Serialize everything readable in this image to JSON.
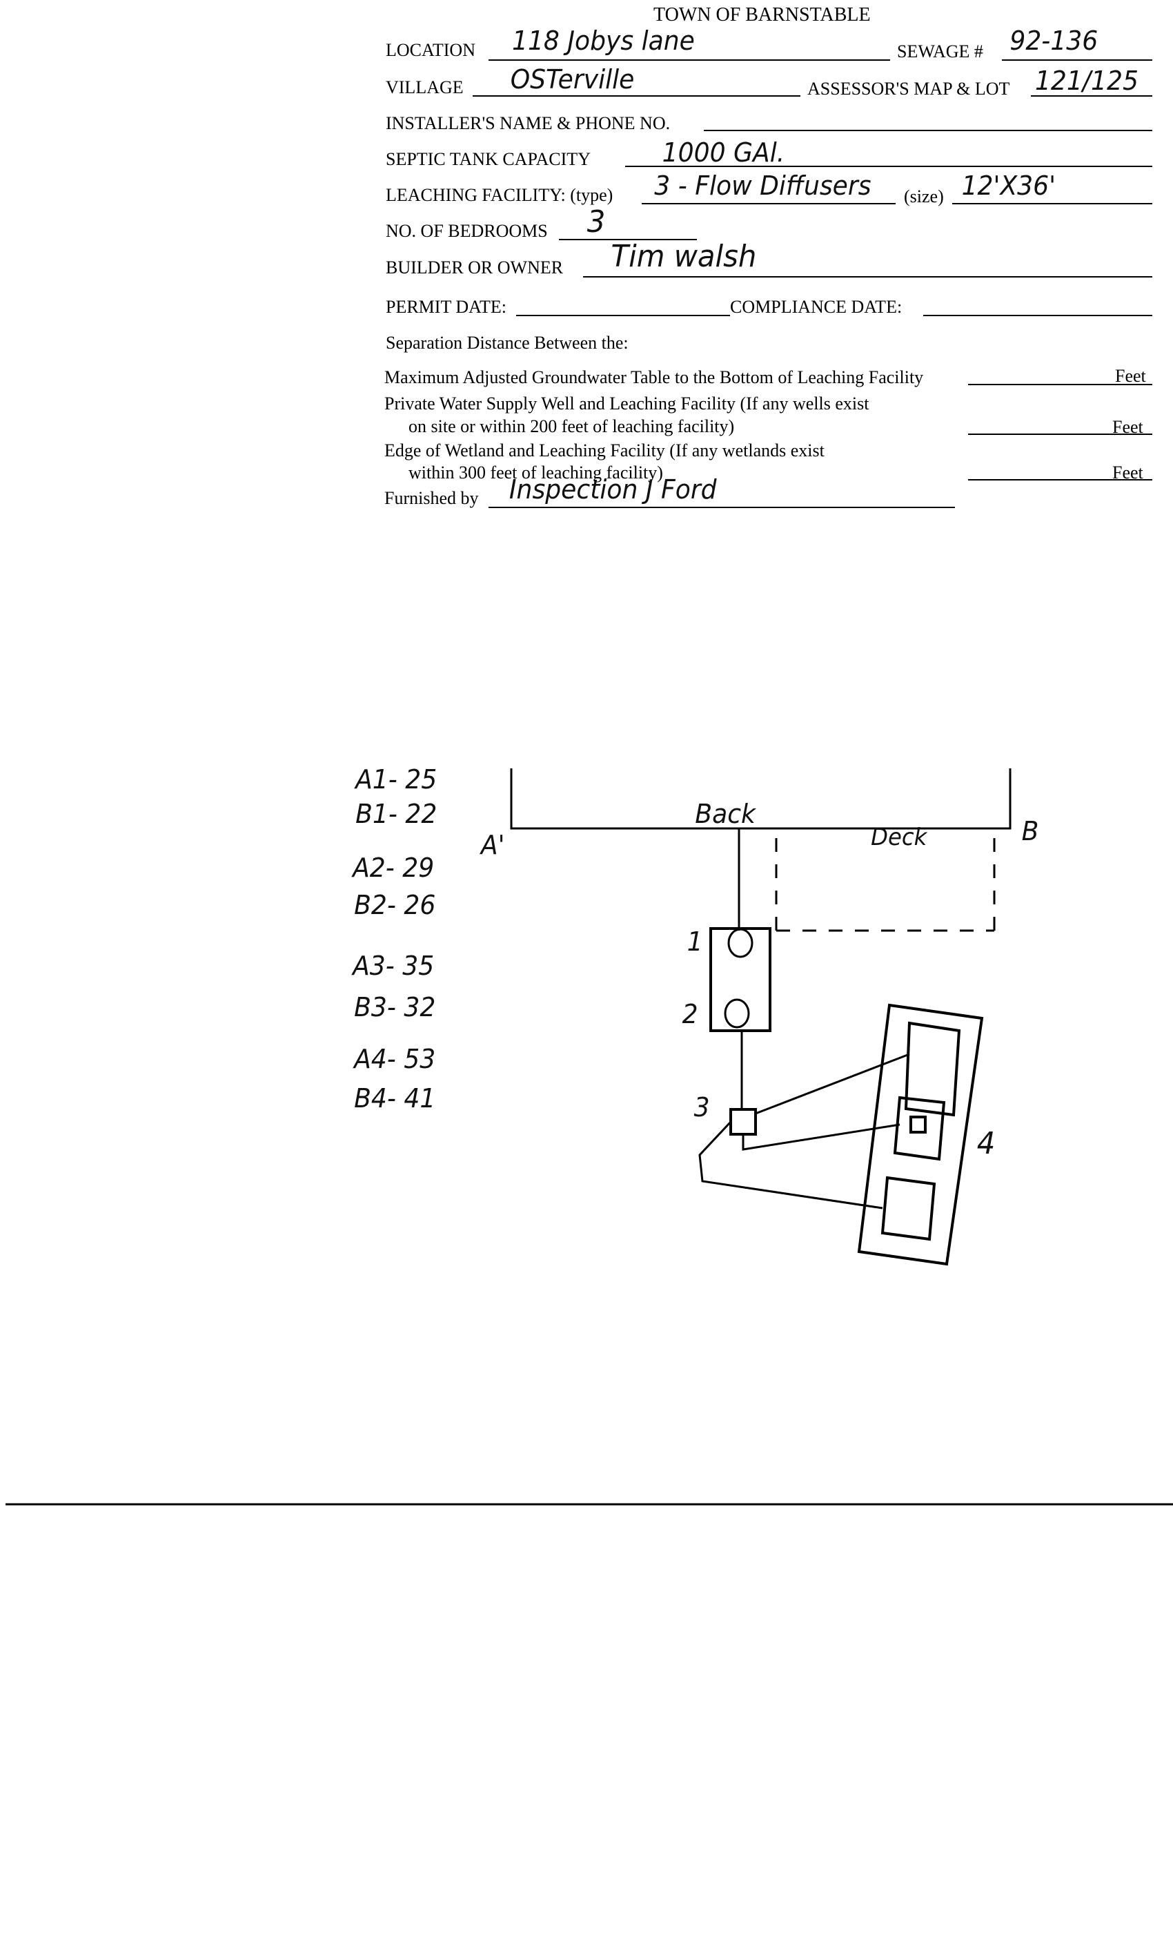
{
  "form": {
    "title": "TOWN OF BARNSTABLE",
    "location_label": "LOCATION",
    "location_value": "118 Jobys lane",
    "sewage_label": "SEWAGE #",
    "sewage_value": "92-136",
    "village_label": "VILLAGE",
    "village_value": "OSTerville",
    "map_lot_label": "ASSESSOR'S MAP & LOT",
    "map_lot_value": "121/125",
    "installer_label": "INSTALLER'S NAME & PHONE NO.",
    "septic_label": "SEPTIC TANK CAPACITY",
    "septic_value": "1000 GAl.",
    "leaching_label": "LEACHING FACILITY: (type)",
    "leaching_value": "3 - Flow Diffusers",
    "size_label": "(size)",
    "size_value": "12'X36'",
    "bedrooms_label": "NO. OF BEDROOMS",
    "bedrooms_value": "3",
    "owner_label": "BUILDER OR OWNER",
    "owner_value": "Tim walsh",
    "permit_label": "PERMIT DATE:",
    "compliance_label": "COMPLIANCE  DATE:",
    "separation_heading": "Separation Distance Between the:",
    "sep_groundwater": "Maximum Adjusted Groundwater Table to the Bottom of Leaching Facility",
    "sep_well_1": "Private Water Supply Well and Leaching Facility  (If any wells exist",
    "sep_well_2": "on site or within 200 feet of leaching facility)",
    "sep_wetland_1": "Edge of Wetland and Leaching Facility (If any wetlands exist",
    "sep_wetland_2": "within 300 feet of leaching facility)",
    "feet_label": "Feet",
    "furnished_label": "Furnished by",
    "furnished_value": "Inspection  J Ford"
  },
  "sketch": {
    "measurements": [
      "A1- 25",
      "B1- 22",
      "A2- 29",
      "B2- 26",
      "A3- 35",
      "B3- 32",
      "A4- 53",
      "B4- 41"
    ],
    "back_label": "Back",
    "deck_label": "Deck",
    "corner_a": "A'",
    "corner_b": "B",
    "component_labels": [
      "1",
      "2",
      "3",
      "4"
    ]
  }
}
